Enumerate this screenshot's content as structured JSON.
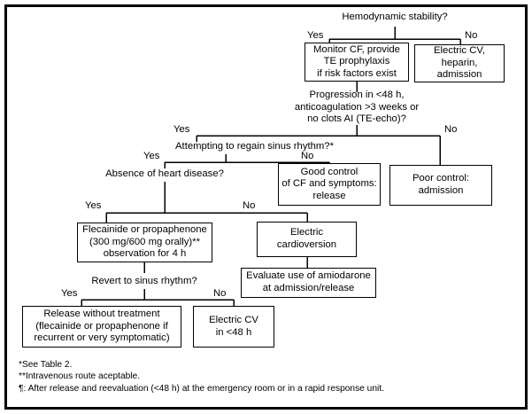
{
  "chart_data": {
    "type": "diagram",
    "title": "Hemodynamic stability decision flowchart for atrial fibrillation management"
  },
  "flowchart": {
    "questions": {
      "q1": "Hemodynamic stability?",
      "q2": "Progression in <48 h,\nanticoagulation >3 weeks or\nno clots AI (TE-echo)?",
      "q3": "Attempting to regain sinus rhythm?*",
      "q4": "Absence of heart disease?",
      "q5": "Revert to sinus rhythm?"
    },
    "boxes": {
      "monitor_cf": "Monitor CF, provide\nTE prophylaxis\nif risk factors exist",
      "electric_cv_heparin": "Electric CV,\nheparin,\nadmission",
      "good_control": "Good control\nof CF and symptoms:\nrelease",
      "poor_control": "Poor control:\nadmission",
      "flecainide": "Flecainide or propaphenone\n(300 mg/600 mg orally)**\nobservation for 4 h",
      "electric_cardioversion": "Electric\ncardioversion",
      "evaluate_amiodarone": "Evaluate use of amiodarone\nat admission/release",
      "release_no_treatment": "Release without treatment\n(flecainide or propaphenone if\nrecurrent or very symptomatic)",
      "electric_cv_48h": "Electric CV\nin <48 h"
    },
    "edge_labels": {
      "q1_yes": "Yes",
      "q1_no": "No",
      "q2_yes": "Yes",
      "q2_no": "No",
      "q3_yes": "Yes",
      "q3_no": "No",
      "q4_yes": "Yes",
      "q4_no": "No",
      "q5_yes": "Yes",
      "q5_no": "No"
    },
    "footnotes": {
      "f1": "*See Table 2.",
      "f2": "**Intravenous route aceptable.",
      "f3": "¶: After release and reevaluation (<48 h) at the emergency room or in a rapid response unit."
    }
  }
}
